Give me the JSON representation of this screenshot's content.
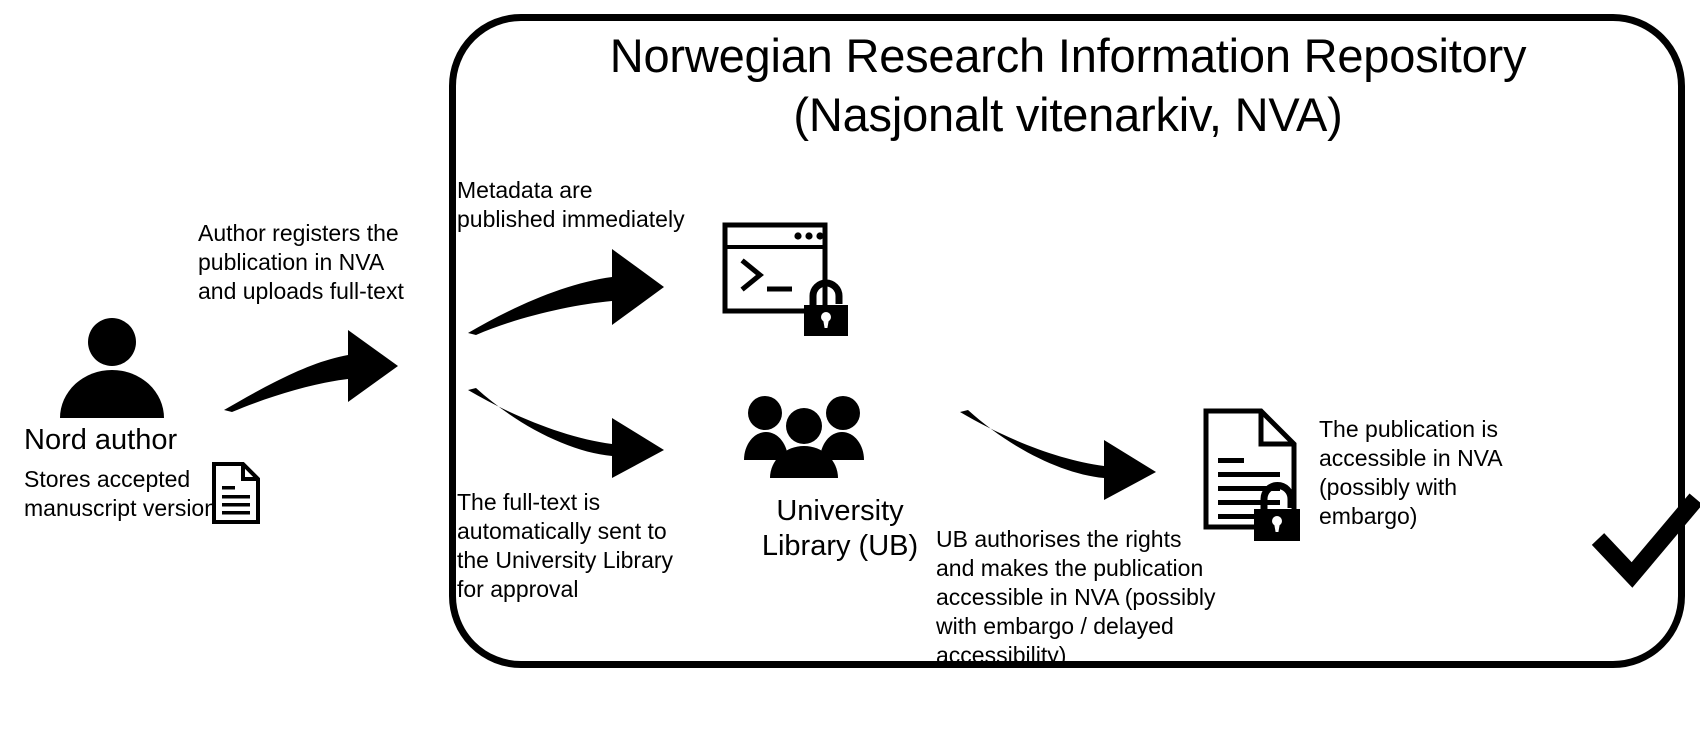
{
  "diagram": {
    "title_lines": [
      "Norwegian Research Information Repository",
      "(Nasjonalt vitenarkiv, NVA)"
    ],
    "colors": {
      "stroke": "#000000",
      "background": "#ffffff"
    },
    "author": {
      "label": "Nord author",
      "note_lines": [
        "Stores accepted",
        "manuscript version"
      ]
    },
    "steps": {
      "author_registers_lines": [
        "Author registers the",
        "publication in NVA",
        "and uploads full-text"
      ],
      "metadata_lines": [
        "Metadata are",
        "published immediately"
      ],
      "fulltext_lines": [
        "The full-text is",
        "automatically sent to",
        "the University Library",
        "for approval"
      ],
      "ub_authorises_lines": [
        "UB authorises the rights",
        "and makes the publication",
        "accessible in NVA (possibly",
        "with embargo / delayed",
        "accessibility)"
      ],
      "publication_accessible_lines": [
        "The publication is",
        "accessible in NVA",
        "(possibly with",
        "embargo)"
      ]
    },
    "university_library": {
      "label_lines": [
        "University",
        "Library (UB)"
      ]
    },
    "icons": {
      "person": "person-icon",
      "document_small": "document-icon",
      "terminal_window": "terminal-window-icon",
      "padlock_open_terminal": "open-padlock-icon",
      "group_people": "group-people-icon",
      "document_large": "document-icon",
      "padlock_open_document": "open-padlock-icon",
      "checkmark": "checkmark-icon",
      "arrows": [
        "curved-arrow-right-icon",
        "curved-arrow-right-icon",
        "curved-arrow-right-icon",
        "curved-arrow-right-icon"
      ]
    }
  }
}
